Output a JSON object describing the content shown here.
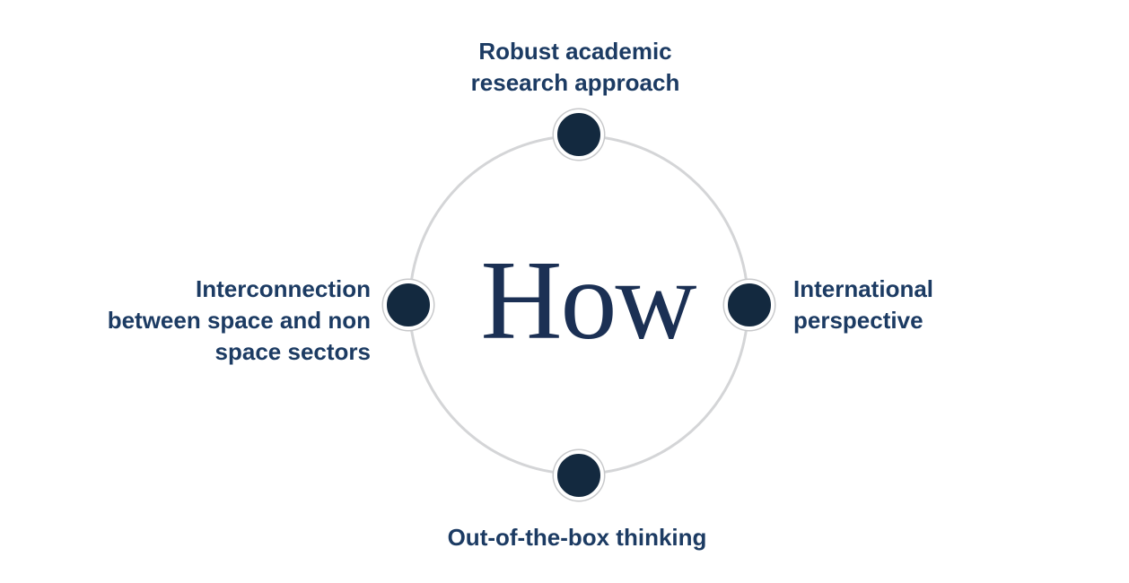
{
  "diagram": {
    "title_word": "How",
    "labels": {
      "top": {
        "lines": [
          "Robust academic",
          "research approach"
        ]
      },
      "right": {
        "lines": [
          "International",
          "perspective"
        ]
      },
      "bottom": {
        "lines": [
          "Out-of-the-box thinking"
        ]
      },
      "left": {
        "lines": [
          "Interconnection",
          "between space and non",
          "space sectors"
        ]
      }
    },
    "colors": {
      "node_fill": "#13293f",
      "node_ring_outline": "#c7c8ca",
      "circle_stroke": "#d4d5d7",
      "center_word_text": "#1b3054",
      "label_text": "#1c3b63",
      "background": "#ffffff"
    }
  }
}
